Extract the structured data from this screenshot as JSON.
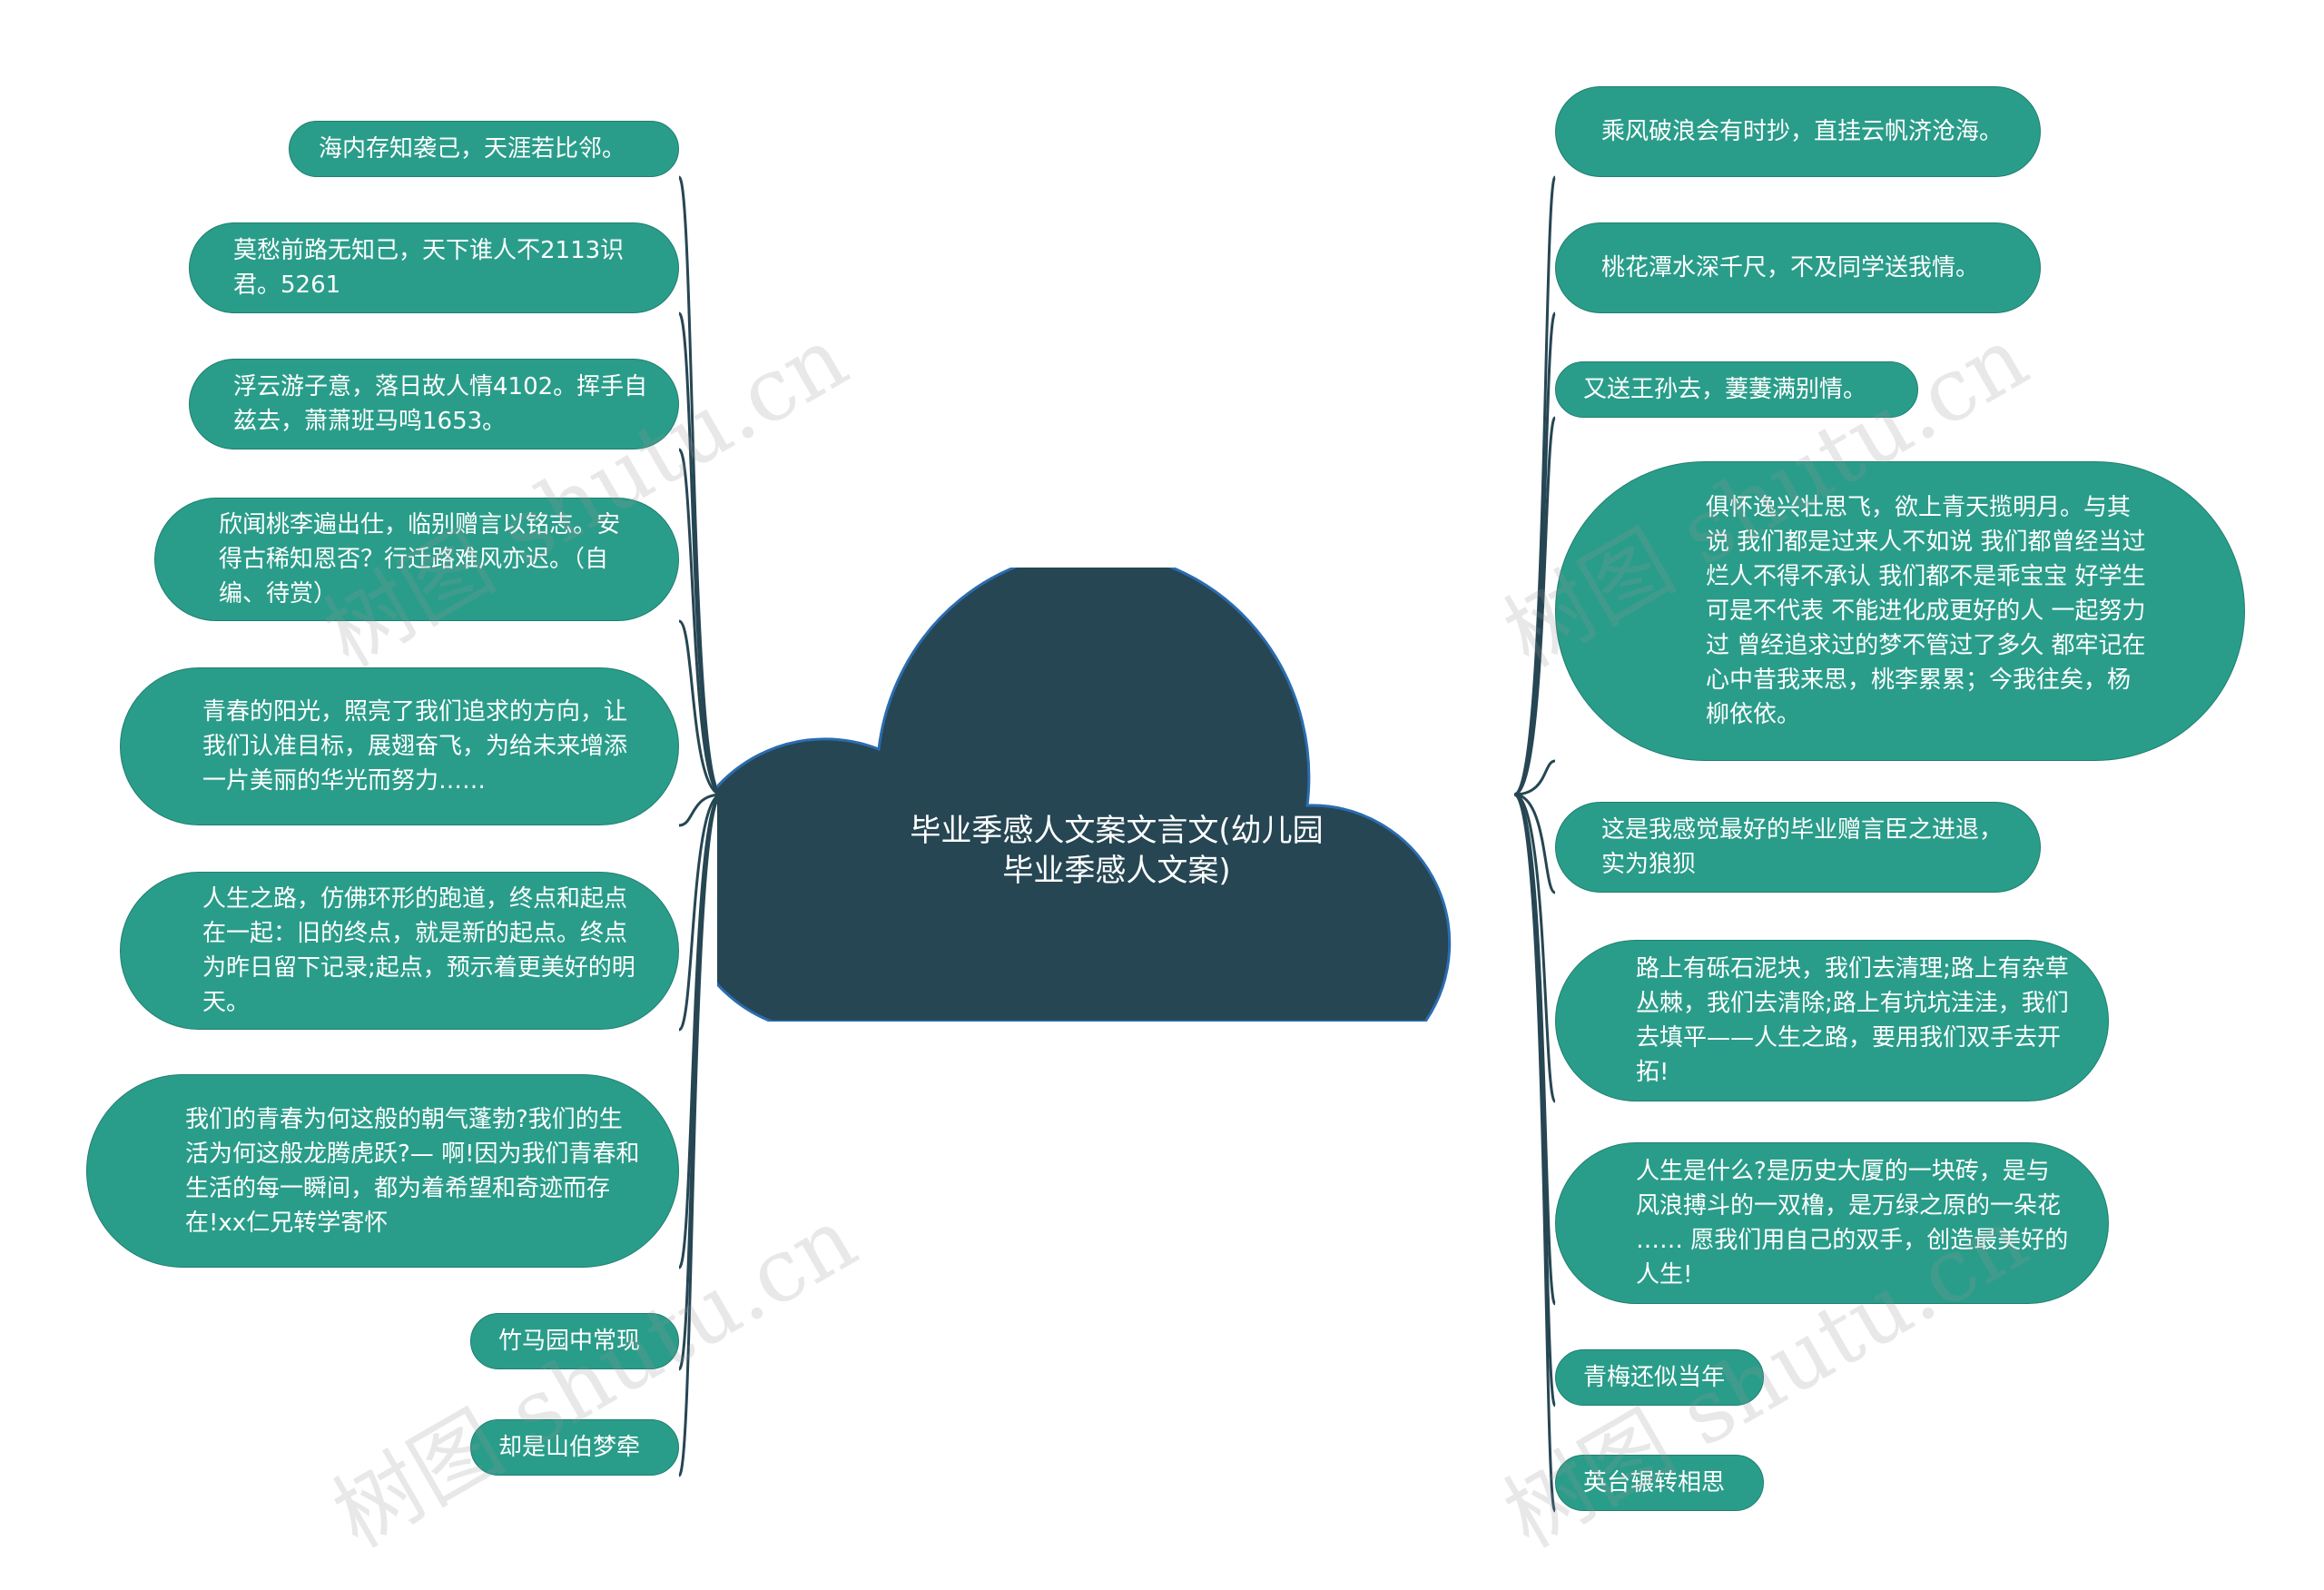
{
  "central_topic": "毕业季感人文案文言文(幼儿园毕业季感人文案)",
  "colors": {
    "node_fill": "#2a9d8a",
    "node_border": "#1f7f70",
    "central_fill": "#264653",
    "central_border": "#2b6cb0",
    "connector": "#264653"
  },
  "left_branches": [
    "海内存知袭己，天涯若比邻。",
    "莫愁前路无知己，天下谁人不2113识君。5261",
    "浮云游子意，落日故人情4102。挥手自兹去，萧萧班马鸣1653。",
    "欣闻桃李遍出仕，临别赠言以铭志。安得古稀知恩否？行迁路难风亦迟。（自编、待赏）",
    "青春的阳光，照亮了我们追求的方向，让我们认准目标，展翅奋飞，为给未来增添一片美丽的华光而努力……",
    "人生之路，仿佛环形的跑道，终点和起点在一起：旧的终点，就是新的起点。终点为昨日留下记录;起点，预示着更美好的明天。",
    "我们的青春为何这般的朝气蓬勃?我们的生活为何这般龙腾虎跃?— 啊!因为我们青春和生活的每一瞬间，都为着希望和奇迹而存在!xx仁兄转学寄怀",
    "竹马园中常现",
    "却是山伯梦牵"
  ],
  "right_branches": [
    "乘风破浪会有时抄，直挂云帆济沧海。",
    "桃花潭水深千尺，不及同学送我情。",
    "又送王孙去，萋萋满别情。",
    "俱怀逸兴壮思飞，欲上青天揽明月。与其说 我们都是过来人不如说 我们都曾经当过烂人不得不承认 我们都不是乖宝宝 好学生可是不代表 不能进化成更好的人 一起努力过 曾经追求过的梦不管过了多久 都牢记在心中昔我来思，桃李累累；今我往矣，杨柳依依。",
    "这是我感觉最好的毕业赠言臣之进退，实为狼狈",
    "路上有砾石泥块，我们去清理;路上有杂草丛棘，我们去清除;路上有坑坑洼洼，我们去填平——人生之路，要用我们双手去开拓!",
    "人生是什么?是历史大厦的一块砖，是与风浪搏斗的一双橹，是万绿之原的一朵花 …… 愿我们用自己的双手，创造最美好的人生!",
    "青梅还似当年",
    "英台辗转相思"
  ],
  "watermark": "树图 shutu.cn"
}
